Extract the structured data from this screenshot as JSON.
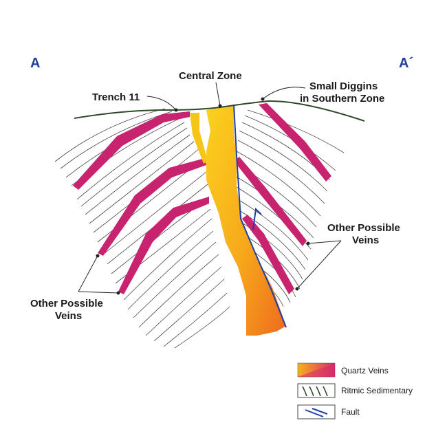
{
  "section": {
    "start": "A",
    "end": "A´"
  },
  "labels": {
    "central_zone": "Central Zone",
    "trench": "Trench 11",
    "small_diggins_1": "Small Diggins",
    "small_diggins_2": "in Southern Zone",
    "other_veins_right_1": "Other Possible",
    "other_veins_right_2": "Veins",
    "other_veins_left_1": "Other Possible",
    "other_veins_left_2": "Veins"
  },
  "legend": {
    "quartz": "Quartz Veins",
    "sedimentary": "Ritmic Sedimentary",
    "fault": "Fault"
  },
  "colors": {
    "vein_magenta": "#c8236e",
    "vein_yellow": "#f5c518",
    "vein_orange": "#f08a1c",
    "fault_blue": "#1f3fa8",
    "surface": "#2f4a2a",
    "hatch": "#444444",
    "section_letter": "#1f3f99"
  }
}
